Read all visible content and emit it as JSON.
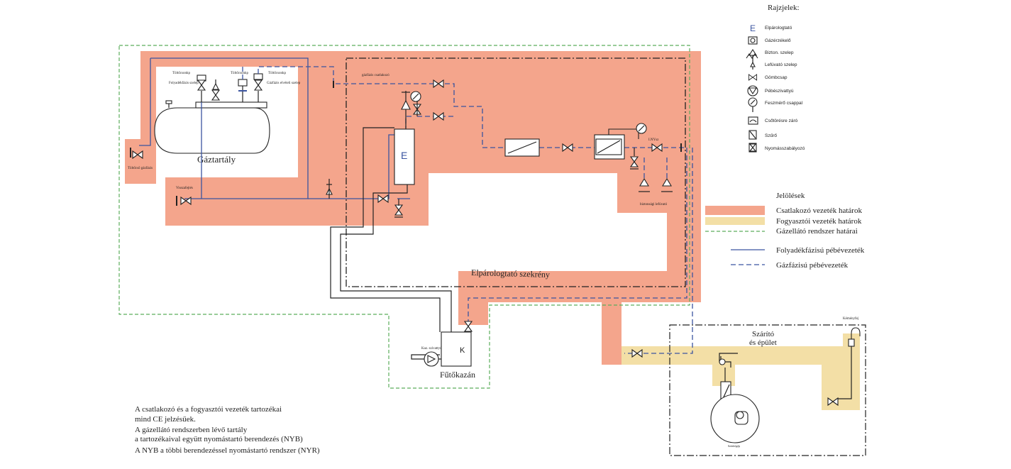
{
  "legend_symbols": {
    "title": "Rajzjelek:",
    "items": [
      {
        "glyph": "E",
        "label": "Elpárologtató"
      },
      {
        "label": "Gázérzékelő"
      },
      {
        "label": "Bizton. szelep"
      },
      {
        "label": "Lefúvató szelep"
      },
      {
        "label": "Gömbcsap"
      },
      {
        "label": "Pébészivattyú"
      },
      {
        "label": "Feszmérő csappal"
      },
      {
        "label": "Csőtörésre záró"
      },
      {
        "label": "Szűrő"
      },
      {
        "label": "Nyomásszabályozó"
      }
    ]
  },
  "legend_lines": {
    "title": "Jelölések",
    "items": [
      {
        "label": "Csatlakozó vezeték határok",
        "color": "#f4a58c"
      },
      {
        "label": "Fogyasztói vezeték határok",
        "color": "#f3dfa6"
      },
      {
        "label": "Gázellátó rendszer határai",
        "color": "#5cad5c"
      },
      {
        "label": "Folyadékfázisú pébévezeték",
        "color": "#3b55a0"
      },
      {
        "label": "Gázfázisú pébévezeték",
        "color": "#3b55a0"
      }
    ]
  },
  "diagram": {
    "tank_label": "Gáztartály",
    "evaporator_letter": "E",
    "cabinet_label": "Elpárologtató szekrény",
    "boiler_letter": "K",
    "boiler_label": "Fűtőkazán",
    "dryer_label_line1": "Szárító",
    "dryer_label_line2": "és épület",
    "small_labels": {
      "tank_valve_left": "Töltőcsonkp",
      "tank_valve_mid": "Töltőcsonkp",
      "tank_valve_right": "Töltőcsonkp",
      "liquid_valve": "Folyadékfázis szelep",
      "gas_valve": "Gázfázis elvételi szelep",
      "gas_outlet": "gázfázis csatlakozó",
      "filler": "Visszafejtés",
      "left_connector": "Töltőcső gázfázis",
      "regulator": "I.NYsz",
      "safety_vent": "biztonsági lefúvató",
      "chimney": "Kéményfej",
      "pump": "Kaz. szivattyú",
      "burner": "Szárítógép"
    }
  },
  "notes": [
    "A csatlakozó és a fogyasztói vezeték tartozékai",
    "mind CE jelzésűek.",
    "A gázellátó rendszerben lévő tartály",
    "a tartozékaival együtt nyomástartó berendezés (NYB)",
    "A NYB a többi berendezéssel nyomástartó rendszer (NYR)"
  ]
}
